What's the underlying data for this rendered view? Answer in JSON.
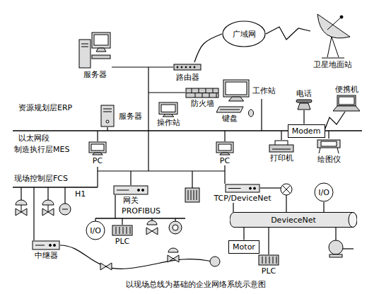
{
  "diagram": {
    "caption": "以现场总线为基础的企业网络系统示意图",
    "nodes": [
      {
        "text": [
          "服务器"
        ]
      },
      {
        "text": [
          "广域网"
        ]
      },
      {
        "text": [
          "路由器"
        ]
      },
      {
        "text": [
          "卫星地面站"
        ]
      },
      {
        "text": [
          "防火墙"
        ]
      },
      {
        "text": [
          "工作站"
        ]
      },
      {
        "text": [
          "电话"
        ]
      },
      {
        "text": [
          "服务器"
        ]
      },
      {
        "text": [
          "操作站"
        ]
      },
      {
        "text": [
          "键盘"
        ]
      },
      {
        "text": [
          "Modem"
        ]
      },
      {
        "text": [
          "便携机"
        ]
      },
      {
        "text": [
          "PC"
        ]
      },
      {
        "text": [
          "PC"
        ]
      },
      {
        "text": [
          "打印机"
        ]
      },
      {
        "text": [
          "绘图仪"
        ]
      },
      {
        "text": [
          "网关"
        ]
      },
      {
        "text": [
          "TCP/DeviceNet"
        ]
      },
      {
        "text": [
          "DevieceNet"
        ]
      },
      {
        "text": [
          "I/O"
        ]
      },
      {
        "text": [
          "Motor"
        ]
      },
      {
        "text": [
          "PLC"
        ]
      },
      {
        "text": [
          "PLC"
        ]
      },
      {
        "text": [
          "I/O"
        ]
      },
      {
        "text": [
          "中继器"
        ]
      }
    ],
    "edges": [
      {
        "from": 0,
        "to": 2,
        "arrow": "none"
      },
      {
        "from": 2,
        "to": 1,
        "arrow": "none"
      },
      {
        "from": 1,
        "to": 3,
        "arrow": "none"
      },
      {
        "from": 6,
        "to": 10,
        "arrow": "none"
      },
      {
        "from": 10,
        "to": 11,
        "arrow": "none"
      },
      {
        "from": 13,
        "to": 17,
        "arrow": "none"
      },
      {
        "from": 17,
        "to": 18,
        "arrow": "none"
      },
      {
        "from": 19,
        "to": 18,
        "arrow": "none"
      },
      {
        "from": 20,
        "to": 18,
        "arrow": "none"
      },
      {
        "from": 21,
        "to": 18,
        "arrow": "none"
      }
    ],
    "labels": [
      "资源规划层ERP",
      "以太网段",
      "制造执行层MES",
      "现场控制层FCS",
      "H1",
      "PROFIBUS"
    ]
  }
}
